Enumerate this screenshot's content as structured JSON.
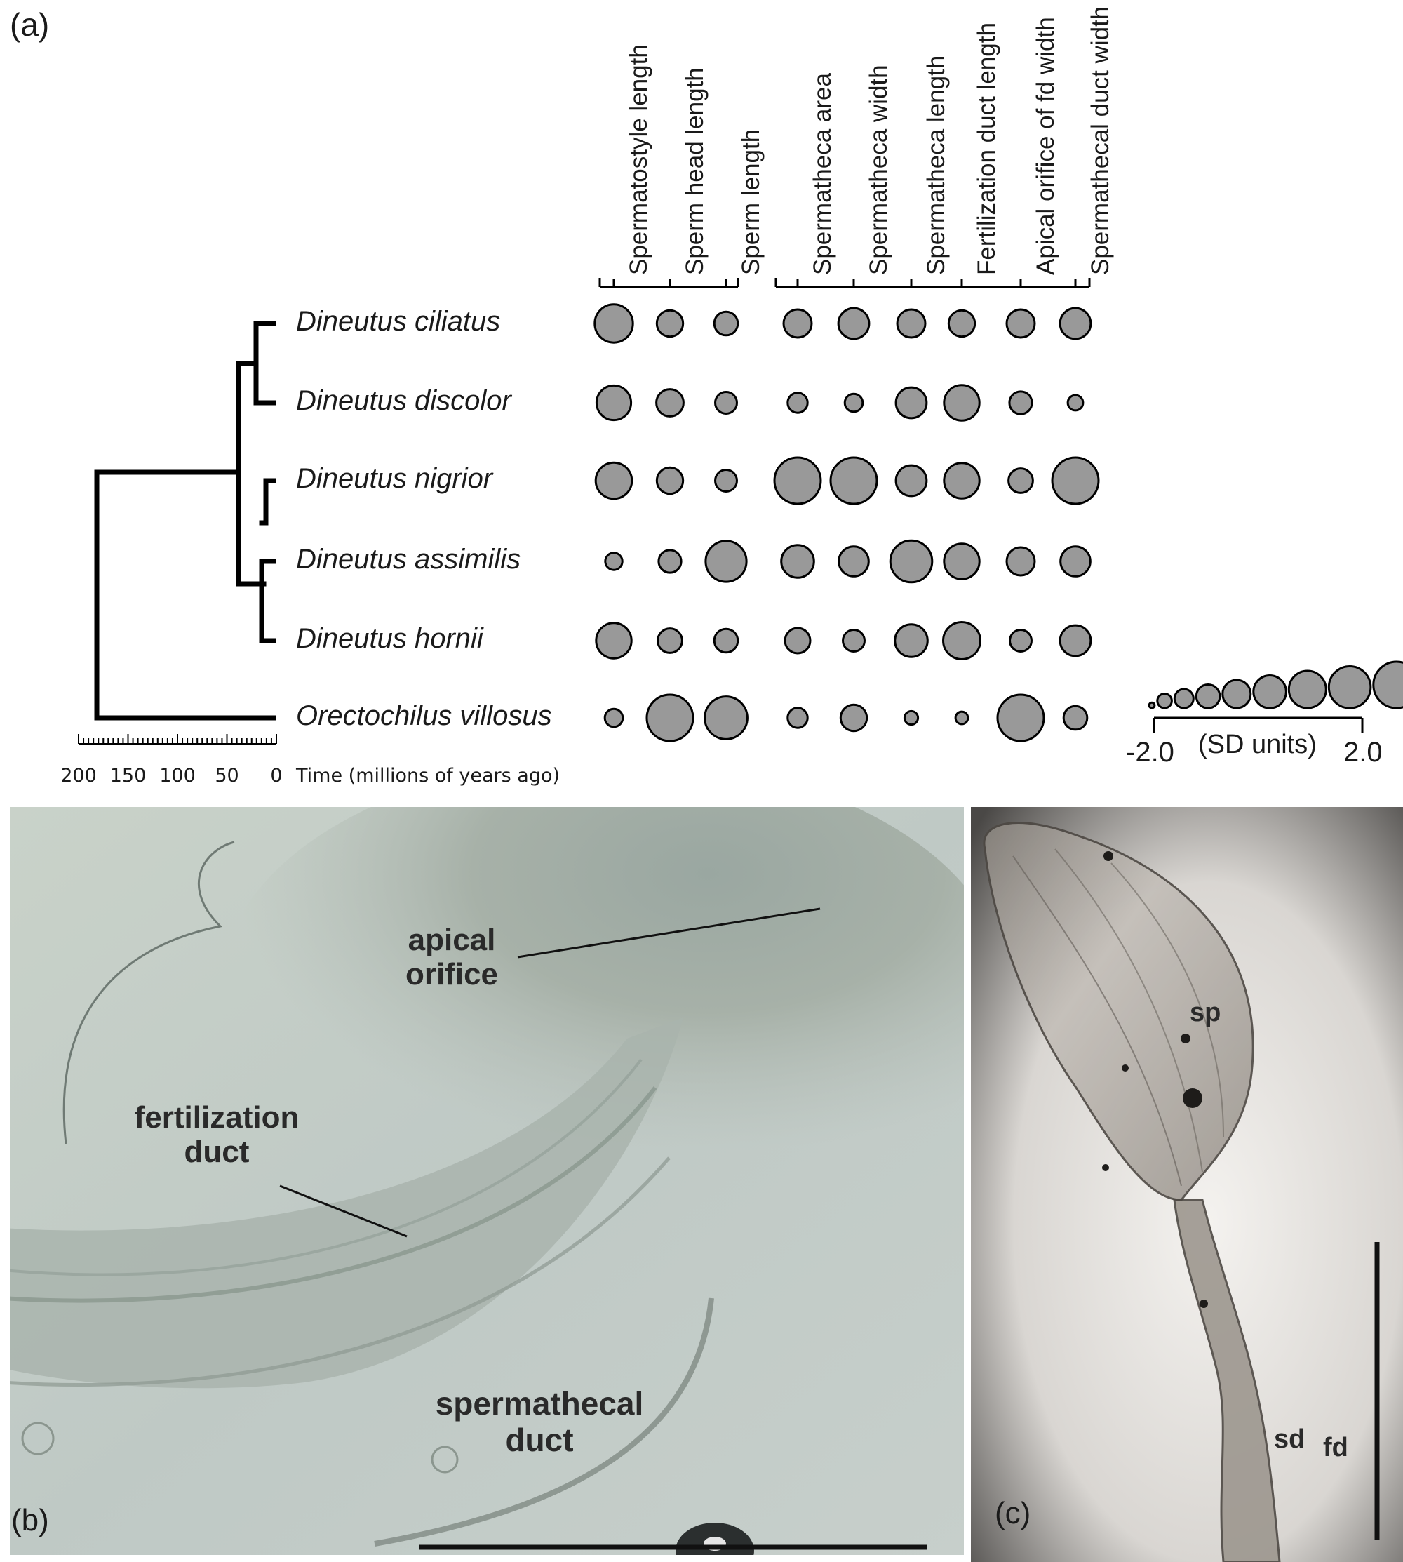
{
  "figure": {
    "panel_a_label": "(a)",
    "panel_b_label": "(b)",
    "panel_c_label": "(c)"
  },
  "panel_a": {
    "traits": [
      "Spermatostyle length",
      "Sperm head length",
      "Sperm length",
      "Spermatheca area",
      "Spermatheca width",
      "Spermatheca length",
      "Fertilization duct length",
      "Apical orifice of fd width",
      "Spermathecal duct width"
    ],
    "species": [
      "Dineutus ciliatus",
      "Dineutus discolor",
      "Dineutus nigrior",
      "Dineutus assimilis",
      "Dineutus hornii",
      "Orectochilus villosus"
    ],
    "sd_values": [
      [
        1.1,
        -0.2,
        -0.5,
        0.0,
        0.3,
        0.0,
        -0.2,
        0.0,
        0.3
      ],
      [
        0.7,
        -0.1,
        -0.7,
        -0.9,
        -1.1,
        0.3,
        0.8,
        -0.6,
        -1.4
      ],
      [
        0.9,
        -0.2,
        -0.7,
        2.0,
        2.0,
        0.3,
        0.8,
        -0.4,
        2.0
      ],
      [
        -1.2,
        -0.6,
        1.4,
        0.5,
        0.2,
        1.5,
        0.8,
        0.0,
        0.2
      ],
      [
        0.8,
        -0.4,
        -0.5,
        -0.3,
        -0.7,
        0.5,
        1.0,
        -0.7,
        0.3
      ],
      [
        -1.1,
        2.0,
        1.6,
        -0.9,
        -0.2,
        -1.6,
        -1.7,
        2.0,
        -0.5
      ]
    ],
    "legend": {
      "min_label": "-2.0",
      "max_label": "2.0",
      "units_label": "(SD units)"
    },
    "time_axis": {
      "label": "Time (millions of years ago)",
      "ticks": [
        "200",
        "150",
        "100",
        "50",
        "0"
      ],
      "range_mya": [
        200,
        0
      ]
    },
    "colors": {
      "bubble_fill": "#999999",
      "stroke": "#000000"
    }
  },
  "panel_b": {
    "labels": {
      "apical_orifice": "apical\norifice",
      "fertilization_duct": "fertilization\nduct",
      "spermathecal_duct": "spermathecal\nduct"
    }
  },
  "panel_c": {
    "labels": {
      "sp": "sp",
      "sd": "sd",
      "fd": "fd"
    }
  }
}
